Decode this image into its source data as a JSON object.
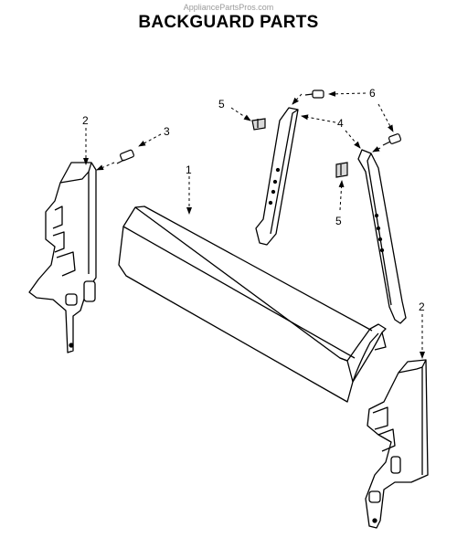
{
  "watermark": "AppliancePartsPros.com",
  "title": "BACKGUARD PARTS",
  "callouts": {
    "c1": "1",
    "c2_left": "2",
    "c2_right": "2",
    "c3": "3",
    "c4": "4",
    "c5_top": "5",
    "c5_bottom": "5",
    "c6": "6"
  },
  "colors": {
    "line": "#000000",
    "part_fill": "#ffffff",
    "shade": "#d9d9d9",
    "watermark": "#9a9a9a"
  }
}
